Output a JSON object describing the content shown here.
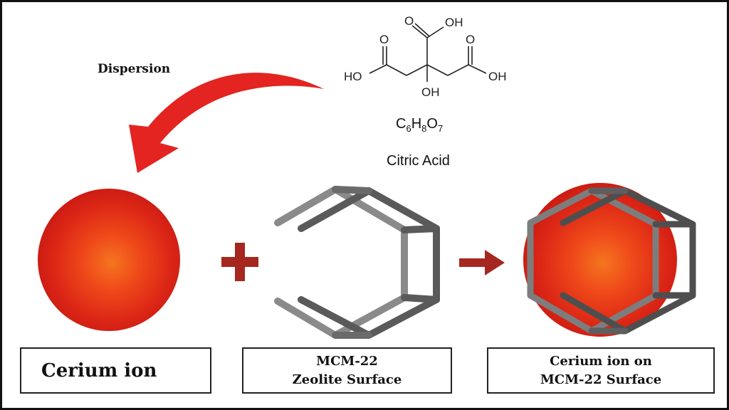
{
  "dispersion_label": "Dispersion",
  "molecule": {
    "groups": {
      "top_oh": "OH",
      "left_ho": "HO",
      "right_oh": "OH",
      "center_oh": "OH",
      "oxygen": "O"
    },
    "formula": {
      "c": "C",
      "c_sub": "6",
      "h": "H",
      "h_sub": "8",
      "o": "O",
      "o_sub": "7"
    },
    "name": "Citric Acid"
  },
  "operators": {
    "plus": "+",
    "arrow": "right-arrow-icon"
  },
  "boxes": {
    "cerium": {
      "line1": "Cerium ion"
    },
    "mcm": {
      "line1": "MCM-22",
      "line2": "Zeolite Surface"
    },
    "result": {
      "line1": "Cerium ion on",
      "line2": "MCM-22 Surface"
    }
  },
  "colors": {
    "sphere_core": "#f25a1a",
    "sphere_edge": "#d41a14",
    "dispersion_arrow": "#e32421",
    "operator": "#a5271f",
    "zeolite_stroke": "#5c5c5c"
  }
}
